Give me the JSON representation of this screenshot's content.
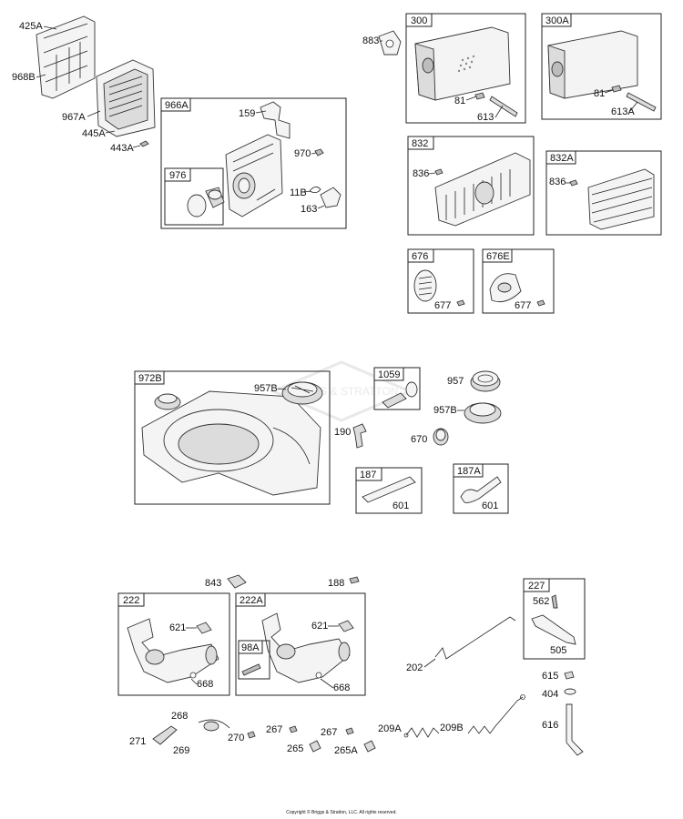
{
  "labels": {
    "p425A": "425A",
    "p968B": "968B",
    "p967A": "967A",
    "p445A": "445A",
    "p443A": "443A",
    "b966A": "966A",
    "p159": "159",
    "p970": "970",
    "b976": "976",
    "p11B": "11B",
    "p163": "163",
    "p883": "883",
    "b300": "300",
    "p81a": "81",
    "p613": "613",
    "b300A": "300A",
    "p81b": "81",
    "p613A": "613A",
    "b832": "832",
    "p836a": "836",
    "b832A": "832A",
    "p836b": "836",
    "b676": "676",
    "p677a": "677",
    "b676E": "676E",
    "p677b": "677",
    "b972B": "972B",
    "p957Ba": "957B",
    "b1059": "1059",
    "p957": "957",
    "p957Bb": "957B",
    "p190": "190",
    "p670": "670",
    "b187": "187",
    "p601a": "601",
    "b187A": "187A",
    "p601b": "601",
    "p843": "843",
    "p188": "188",
    "b222": "222",
    "p621a": "621",
    "p668a": "668",
    "b222A": "222A",
    "p621b": "621",
    "b98A": "98A",
    "p668b": "668",
    "b227": "227",
    "p562": "562",
    "p505": "505",
    "p202": "202",
    "p615": "615",
    "p404": "404",
    "p616": "616",
    "p268": "268",
    "p271": "271",
    "p269": "269",
    "p270": "270",
    "p267a": "267",
    "p267b": "267",
    "p265": "265",
    "p265A": "265A",
    "p209A": "209A",
    "p209B": "209B"
  },
  "watermark": "BRIGGS & STRATTON",
  "copyright": "Copyright © Briggs & Stratton, LLC. All rights reserved."
}
